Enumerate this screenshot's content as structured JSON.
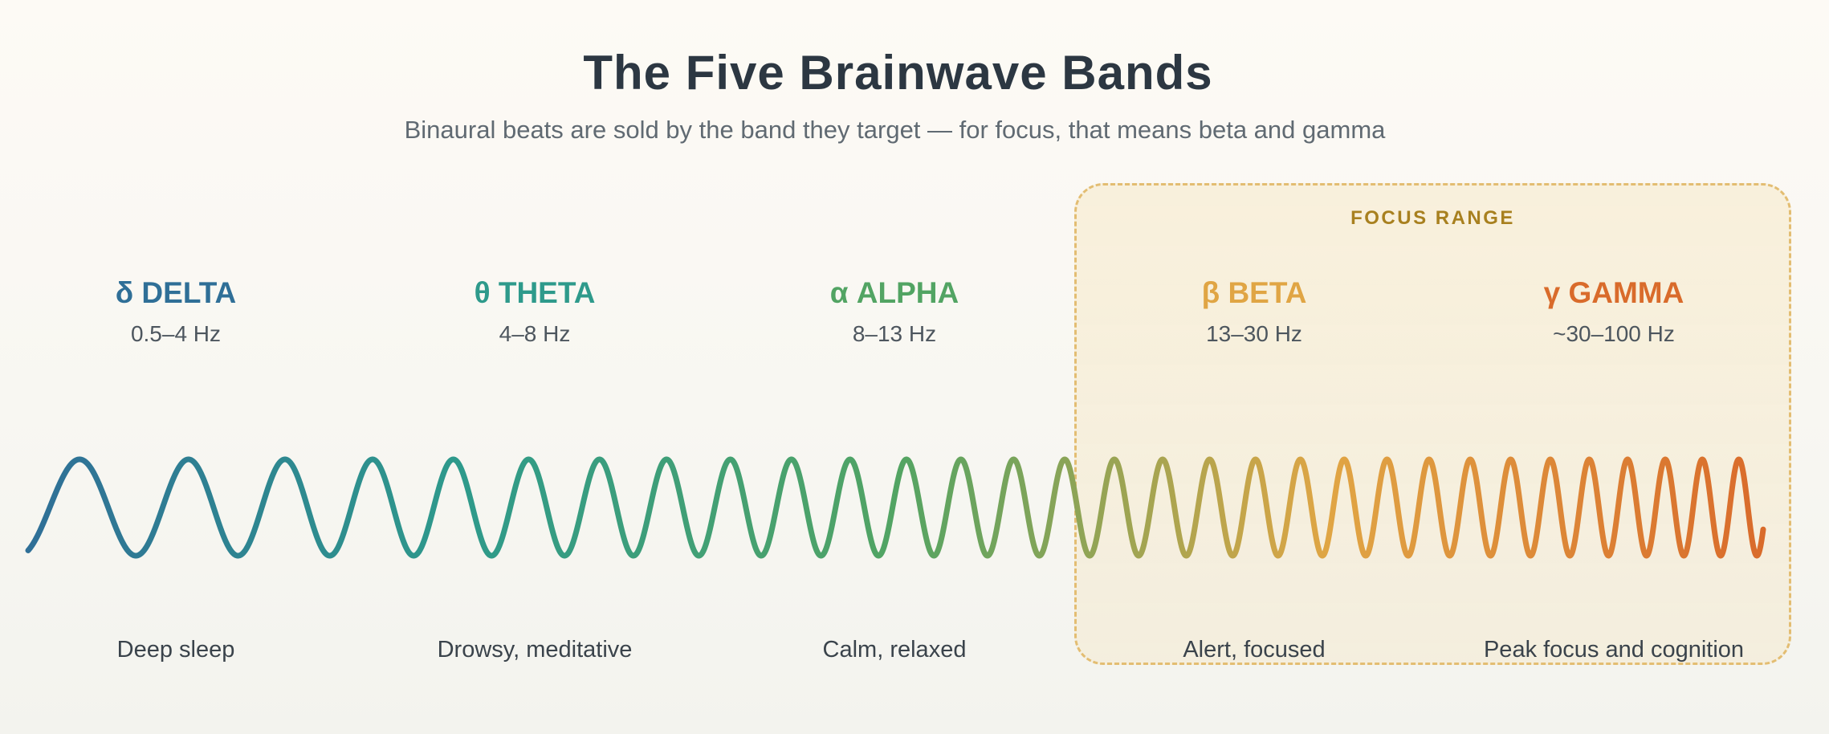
{
  "header": {
    "title": "The Five Brainwave Bands",
    "subtitle": "Binaural beats are sold by the band they target — for focus, that means beta and gamma"
  },
  "focus": {
    "label": "FOCUS RANGE"
  },
  "bands": [
    {
      "name": "δ DELTA",
      "range": "0.5–4 Hz",
      "description": "Deep sleep",
      "color": "#2f6f97"
    },
    {
      "name": "θ THETA",
      "range": "4–8 Hz",
      "description": "Drowsy, meditative",
      "color": "#2e9a8b"
    },
    {
      "name": "α ALPHA",
      "range": "8–13 Hz",
      "description": "Calm, relaxed",
      "color": "#52a463"
    },
    {
      "name": "β BETA",
      "range": "13–30 Hz",
      "description": "Alert, focused",
      "color": "#e0a544"
    },
    {
      "name": "γ GAMMA",
      "range": "~30–100 Hz",
      "description": "Peak focus and cognition",
      "color": "#d96b2b"
    }
  ],
  "wave": {
    "gradient_stops": [
      "#2f6f97",
      "#2e9a8b",
      "#52a463",
      "#e0a544",
      "#d96b2b"
    ]
  }
}
